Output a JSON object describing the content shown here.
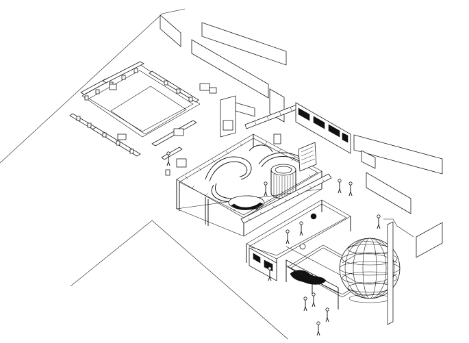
{
  "drawing": {
    "type": "axonometric exhibition plan",
    "colors": {
      "ink": "#1a1a1a",
      "paper": "#ffffff",
      "solid": "#111111"
    },
    "elements": [
      "site-boundary",
      "floating-wall-panels",
      "workshop-table-ring",
      "main-truss-pavilion",
      "spiral-ramp",
      "cylinder-installation",
      "lower-truss-pavilion",
      "geodesic-dome",
      "visitor-figures",
      "banner-walls"
    ]
  }
}
